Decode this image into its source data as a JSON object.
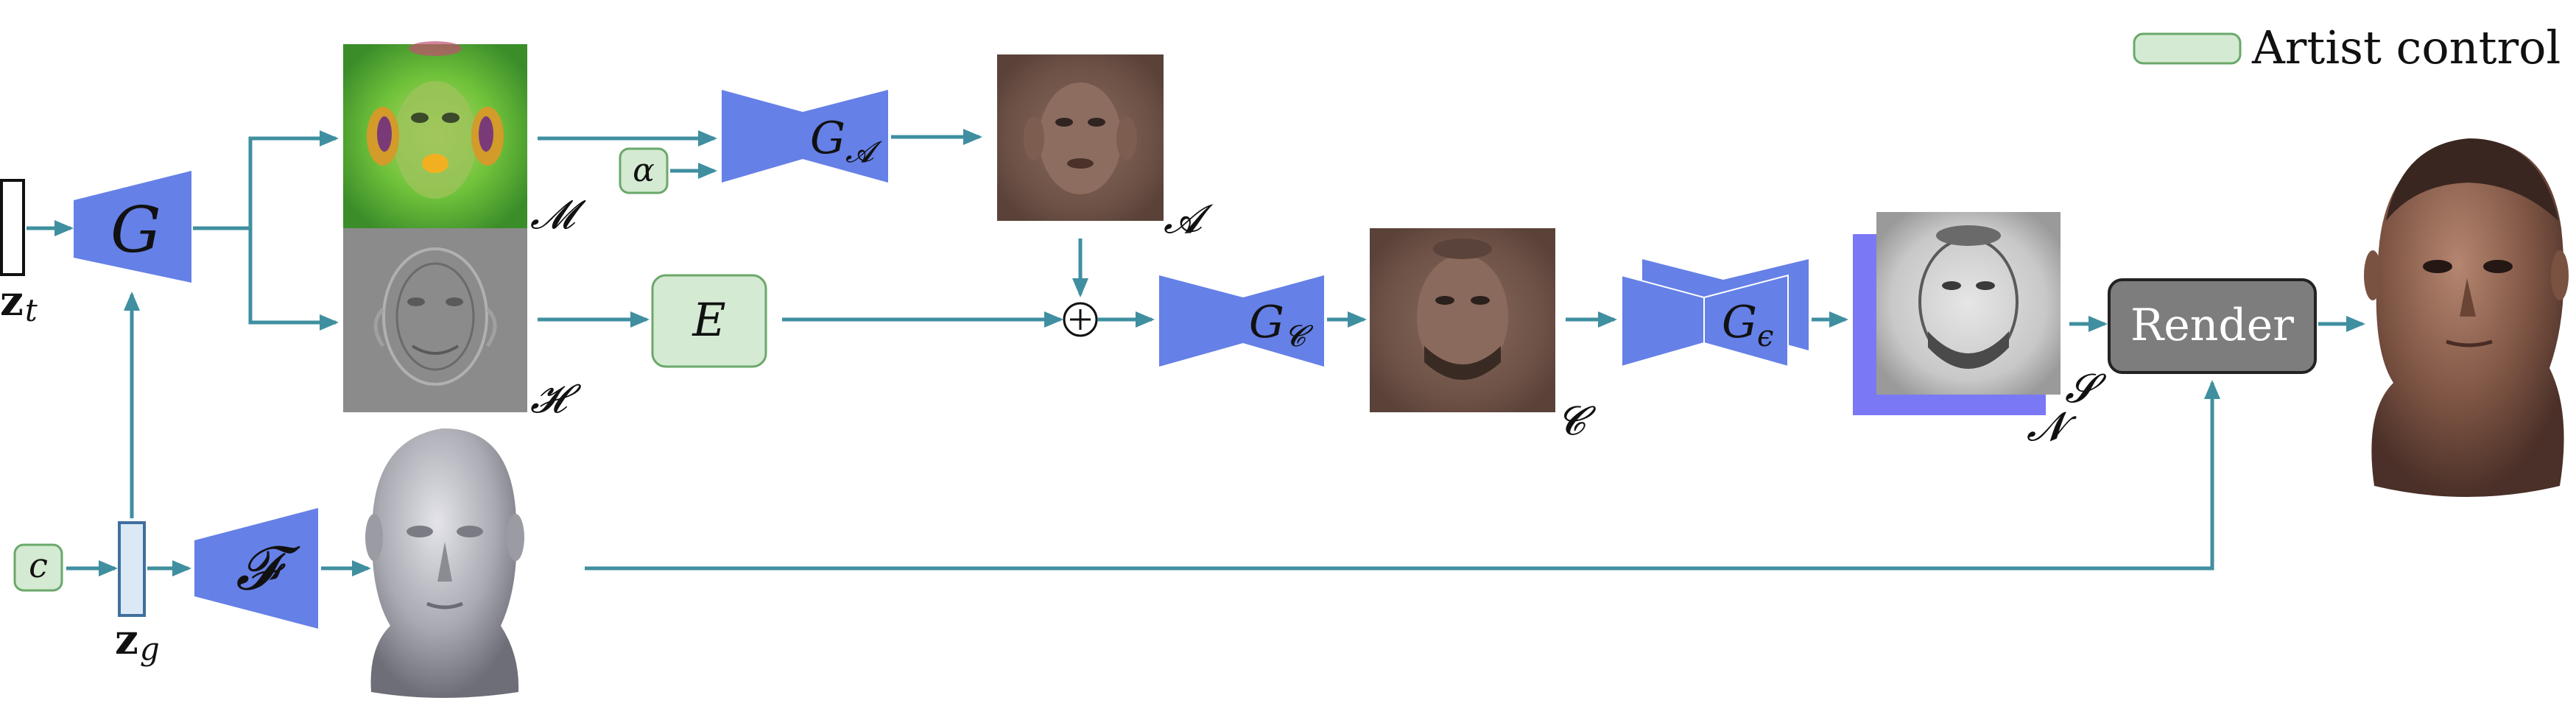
{
  "legend": {
    "label": "Artist control"
  },
  "labels": {
    "z_t_main": "z",
    "z_t_sub": "t",
    "z_g_main": "z",
    "z_g_sub": "g",
    "G": "G",
    "F": "𝓕",
    "M": "𝓜",
    "H": "𝓗",
    "A": "𝓐",
    "C": "𝓒",
    "S": "𝓢",
    "N": "𝓝",
    "alpha": "α",
    "c": "c",
    "E": "E",
    "GA_main": "G",
    "GA_sub": "𝓐",
    "GC_main": "G",
    "GC_sub": "𝓒",
    "Ge_main": "G",
    "Ge_sub": "ϵ",
    "plus": "+",
    "render": "Render"
  },
  "colors": {
    "arrow": "#3f8fa0",
    "network": "#6580e6",
    "artist_fill": "#d4ead2",
    "artist_stroke": "#6aa86a",
    "render_fill": "#7d7d7d",
    "normal_layer": "#7a78f5"
  },
  "icons": [
    "plus-circle-icon",
    "head-mesh-icon",
    "rendered-head-icon",
    "texture-map-icon"
  ]
}
